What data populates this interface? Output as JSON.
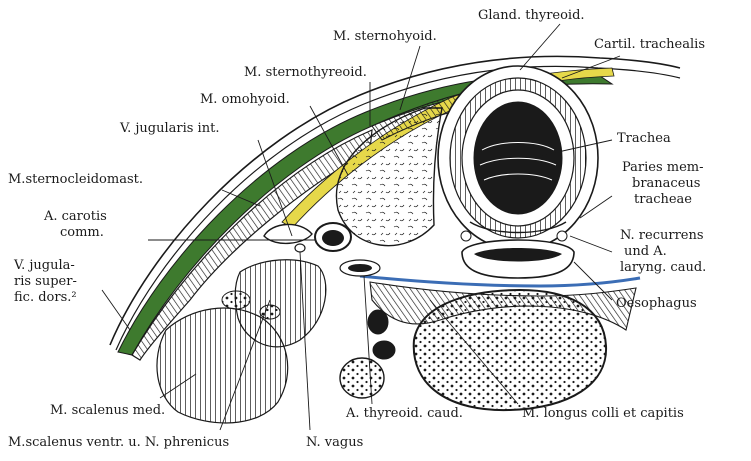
{
  "colors": {
    "fascia": "#3e7a2e",
    "yellow": "#e6d84a",
    "blue": "#3b6db5",
    "ink": "#1a1a1a",
    "paper": "#ffffff"
  },
  "labels": {
    "gland_thyreoid": "Gland. thyreoid.",
    "m_sternohyoid": "M. sternohyoid.",
    "cartil_trachealis": "Cartil. trachealis",
    "m_sternothyreoid": "M. sternothyreoid.",
    "m_omohyoid": "M. omohyoid.",
    "v_jugularis_int": "V. jugularis int.",
    "trachea": "Trachea",
    "m_sternocleidomast": "M.sternocleidomast.",
    "paries_line1": "Paries mem-",
    "paries_line2": "branaceus",
    "paries_line3": "tracheae",
    "a_carotis_line1": "A. carotis",
    "a_carotis_line2": "comm.",
    "n_recurrens_line1": "N.  recurrens",
    "n_recurrens_line2": "und A.",
    "n_recurrens_line3": "laryng. caud.",
    "v_jugularis_sup_line1": "V. jugula-",
    "v_jugularis_sup_line2": "ris super-",
    "v_jugularis_sup_line3": "fic. dors.²",
    "oesophagus": "Oesophagus",
    "m_scalenus_med": "M. scalenus med.",
    "a_thyreoid_caud": "A. thyreoid. caud.",
    "m_longus": "M. longus  colli et capitis",
    "m_scalenus_ventr": "M.scalenus ventr. u. N. phrenicus",
    "n_vagus": "N. vagus"
  }
}
